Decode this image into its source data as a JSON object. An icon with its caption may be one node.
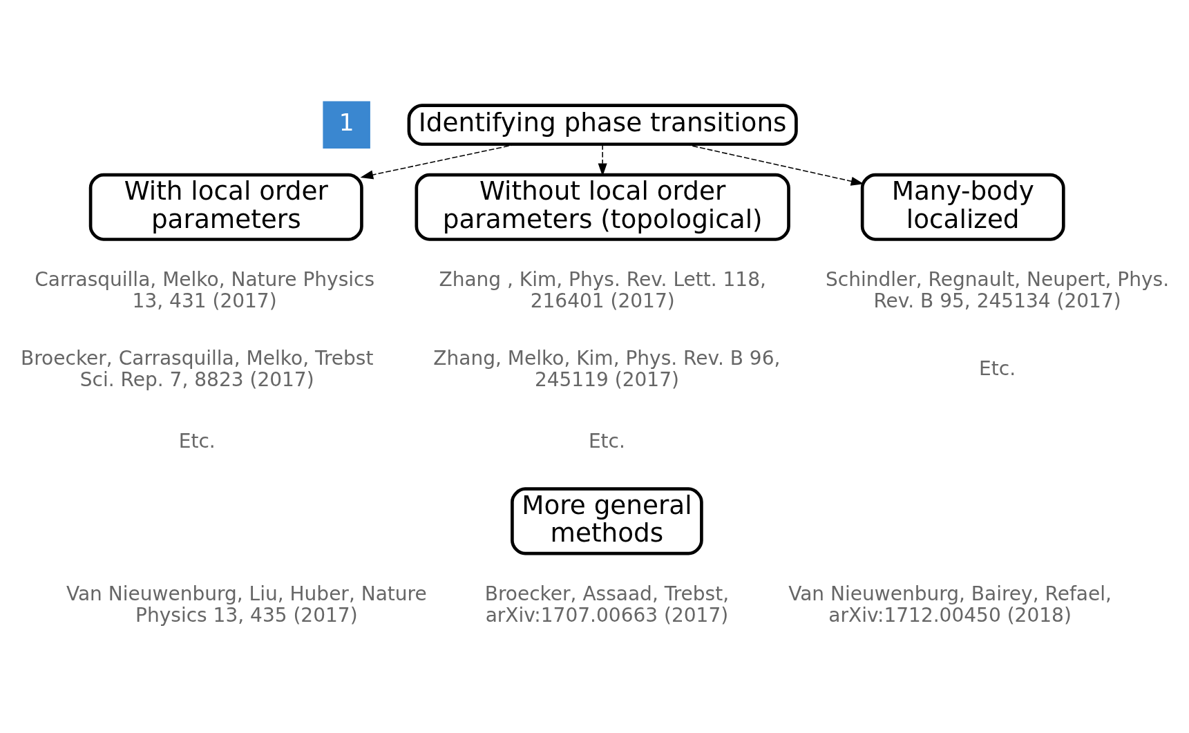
{
  "diagram": {
    "nodes": [
      {
        "text": [
          "1"
        ]
      },
      {
        "text": [
          "Identifying phase transitions"
        ]
      },
      {
        "text": [
          "With local order parameters"
        ]
      },
      {
        "text": [
          "Without local order parameters (topological)"
        ]
      },
      {
        "text": [
          "Many-body localized"
        ]
      },
      {
        "text": [
          "More general methods"
        ]
      }
    ],
    "edges": [
      {
        "from": 1,
        "to": 2,
        "arrow": "to",
        "style": "dashed"
      },
      {
        "from": 1,
        "to": 3,
        "arrow": "to",
        "style": "dashed"
      },
      {
        "from": 1,
        "to": 4,
        "arrow": "to",
        "style": "dashed"
      }
    ],
    "labels": [
      "Carrasquilla, Melko, Nature Physics 13, 431 (2017)",
      "Zhang , Kim, Phys. Rev. Lett. 118, 216401 (2017)",
      "Schindler, Regnault, Neupert, Phys. Rev. B 95, 245134 (2017)",
      "Broecker, Carrasquilla, Melko, Trebst Sci. Rep. 7, 8823 (2017)",
      "Zhang, Melko, Kim, Phys. Rev. B 96, 245119 (2017)",
      "Etc.",
      "Etc.",
      "Etc.",
      "Van Nieuwenburg, Liu, Huber, Nature Physics 13, 435 (2017)",
      "Broecker, Assaad, Trebst, arXiv:1707.00663 (2017)",
      "Van Nieuwenburg, Bairey, Refael, arXiv:1712.00450 (2018)"
    ]
  }
}
